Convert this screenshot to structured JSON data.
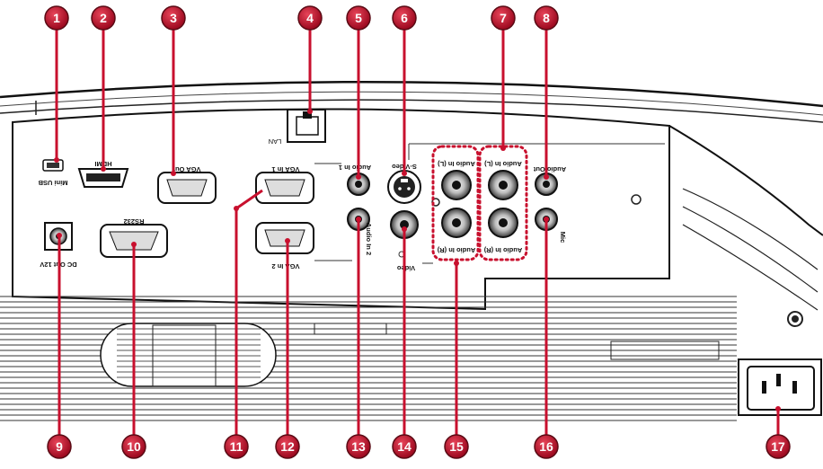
{
  "colors": {
    "callout": "#c8102e",
    "callout_border": "#5a0a14",
    "panel_line": "#1a1a1a"
  },
  "port_labels": {
    "mini_usb": "Mini USB",
    "hdmi": "HDMI",
    "vga_out": "VGA Out",
    "lan": "LAN",
    "vga_in_1": "VGA In 1",
    "audio_in_1": "Audio In 1",
    "s_video": "S-Video",
    "audio_in_l_a": "Audio In (L)",
    "audio_in_l_b": "Audio In (L)",
    "audio_out": "Audio Out",
    "rs232": "RS232",
    "audio_in_2": "Audio In 2",
    "vga_in_2": "VGA In 2",
    "video": "Video",
    "audio_in_r_a": "Audio In (R)",
    "audio_in_r_b": "Audio In (R)",
    "mic": "Mic",
    "dc_out": "DC Out 12V"
  },
  "callouts": [
    {
      "num": "1"
    },
    {
      "num": "2"
    },
    {
      "num": "3"
    },
    {
      "num": "4"
    },
    {
      "num": "5"
    },
    {
      "num": "6"
    },
    {
      "num": "7"
    },
    {
      "num": "8"
    },
    {
      "num": "9"
    },
    {
      "num": "10"
    },
    {
      "num": "11"
    },
    {
      "num": "12"
    },
    {
      "num": "13"
    },
    {
      "num": "14"
    },
    {
      "num": "15"
    },
    {
      "num": "16"
    },
    {
      "num": "17"
    }
  ]
}
